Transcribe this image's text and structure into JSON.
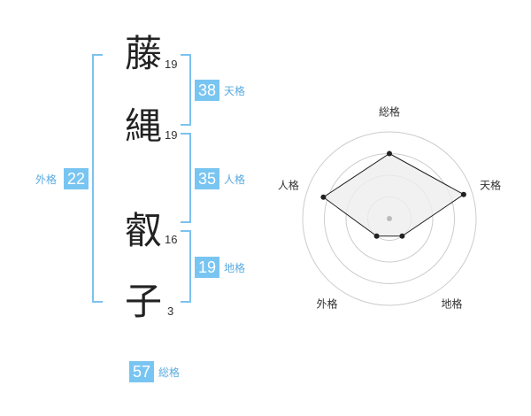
{
  "name": {
    "chars": [
      {
        "char": "藤",
        "strokes": "19"
      },
      {
        "char": "縄",
        "strokes": "19"
      },
      {
        "char": "叡",
        "strokes": "16"
      },
      {
        "char": "子",
        "strokes": "3"
      }
    ]
  },
  "scores": {
    "tenkaku": {
      "value": "38",
      "label": "天格"
    },
    "jinkaku": {
      "value": "35",
      "label": "人格"
    },
    "chikaku": {
      "value": "19",
      "label": "地格"
    },
    "gaikaku": {
      "value": "22",
      "label": "外格"
    },
    "soukaku": {
      "value": "57",
      "label": "総格"
    }
  },
  "chart_data": {
    "type": "radar",
    "axes": [
      "総格",
      "天格",
      "地格",
      "外格",
      "人格"
    ],
    "values": [
      0.75,
      0.9,
      0.25,
      0.25,
      0.8
    ],
    "range": [
      0,
      1
    ],
    "rings": 4,
    "grid": true,
    "colors": {
      "fill": "#eeeeee",
      "line": "#222222",
      "ring": "#cccccc",
      "point": "#222222",
      "center": "#bbbbbb"
    }
  }
}
